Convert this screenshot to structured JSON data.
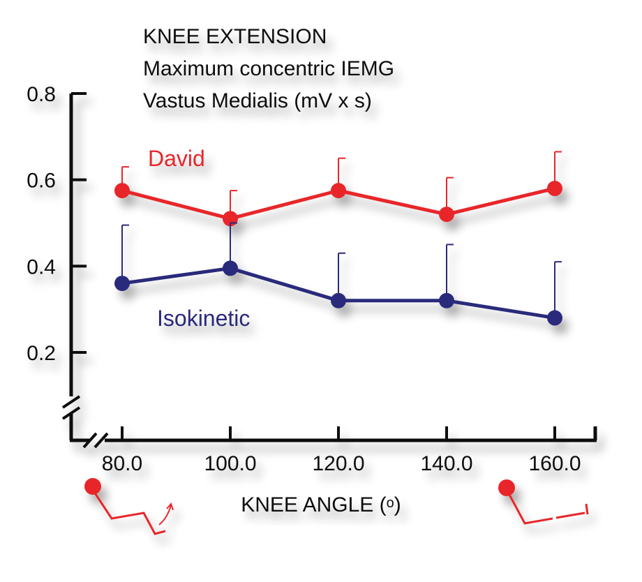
{
  "chart_data": {
    "type": "line",
    "title_lines": [
      "KNEE EXTENSION",
      "Maximum concentric  IEMG",
      "Vastus Medialis (mV x s)"
    ],
    "xlabel": "KNEE ANGLE (o)",
    "ylabel": "",
    "x": [
      80,
      100,
      120,
      140,
      160
    ],
    "x_tick_labels": [
      "80.0",
      "100.0",
      "120.0",
      "140.0",
      "160.0"
    ],
    "y_tick_values": [
      0.2,
      0.4,
      0.6,
      0.8
    ],
    "y_tick_labels": [
      "0.2",
      "0.4",
      "0.6",
      "0.8"
    ],
    "xlim": [
      70,
      168
    ],
    "ylim": [
      0.0,
      0.8
    ],
    "axis_breaks": true,
    "grid": false,
    "series": [
      {
        "name": "David",
        "color": "#e8262b",
        "values": [
          0.575,
          0.51,
          0.575,
          0.52,
          0.58
        ],
        "error_upper": [
          0.055,
          0.065,
          0.075,
          0.085,
          0.085
        ]
      },
      {
        "name": "Isokinetic",
        "color": "#2a2a7c",
        "values": [
          0.36,
          0.395,
          0.32,
          0.32,
          0.28
        ],
        "error_upper": [
          0.135,
          0.105,
          0.11,
          0.13,
          0.13
        ]
      }
    ],
    "leg_icons": [
      "bent-leg-icon",
      "straight-leg-icon"
    ]
  }
}
